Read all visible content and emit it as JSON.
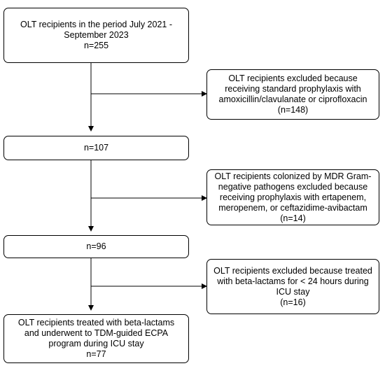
{
  "boxes": {
    "b1": "OLT recipients in the period July  2021 -\nSeptember 2023\nn=255",
    "e1": "OLT recipients excluded because\nreceiving standard prophylaxis with\namoxicillin/clavulanate  or ciprofloxacin\n(n=148)",
    "b2": "n=107",
    "e2": "OLT recipients colonized by MDR Gram-\nnegative pathogens excluded because\nreceiving prophylaxis with ertapenem,\nmeropenem, or ceftazidime-avibactam\n(n=14)",
    "b3": "n=96",
    "e3": "OLT recipients excluded because treated\nwith beta-lactams for < 24 hours during\nICU stay\n(n=16)",
    "b4": "OLT recipients treated with beta-lactams\nand underwent to TDM-guided ECPA\nprogram during ICU stay\nn=77"
  }
}
